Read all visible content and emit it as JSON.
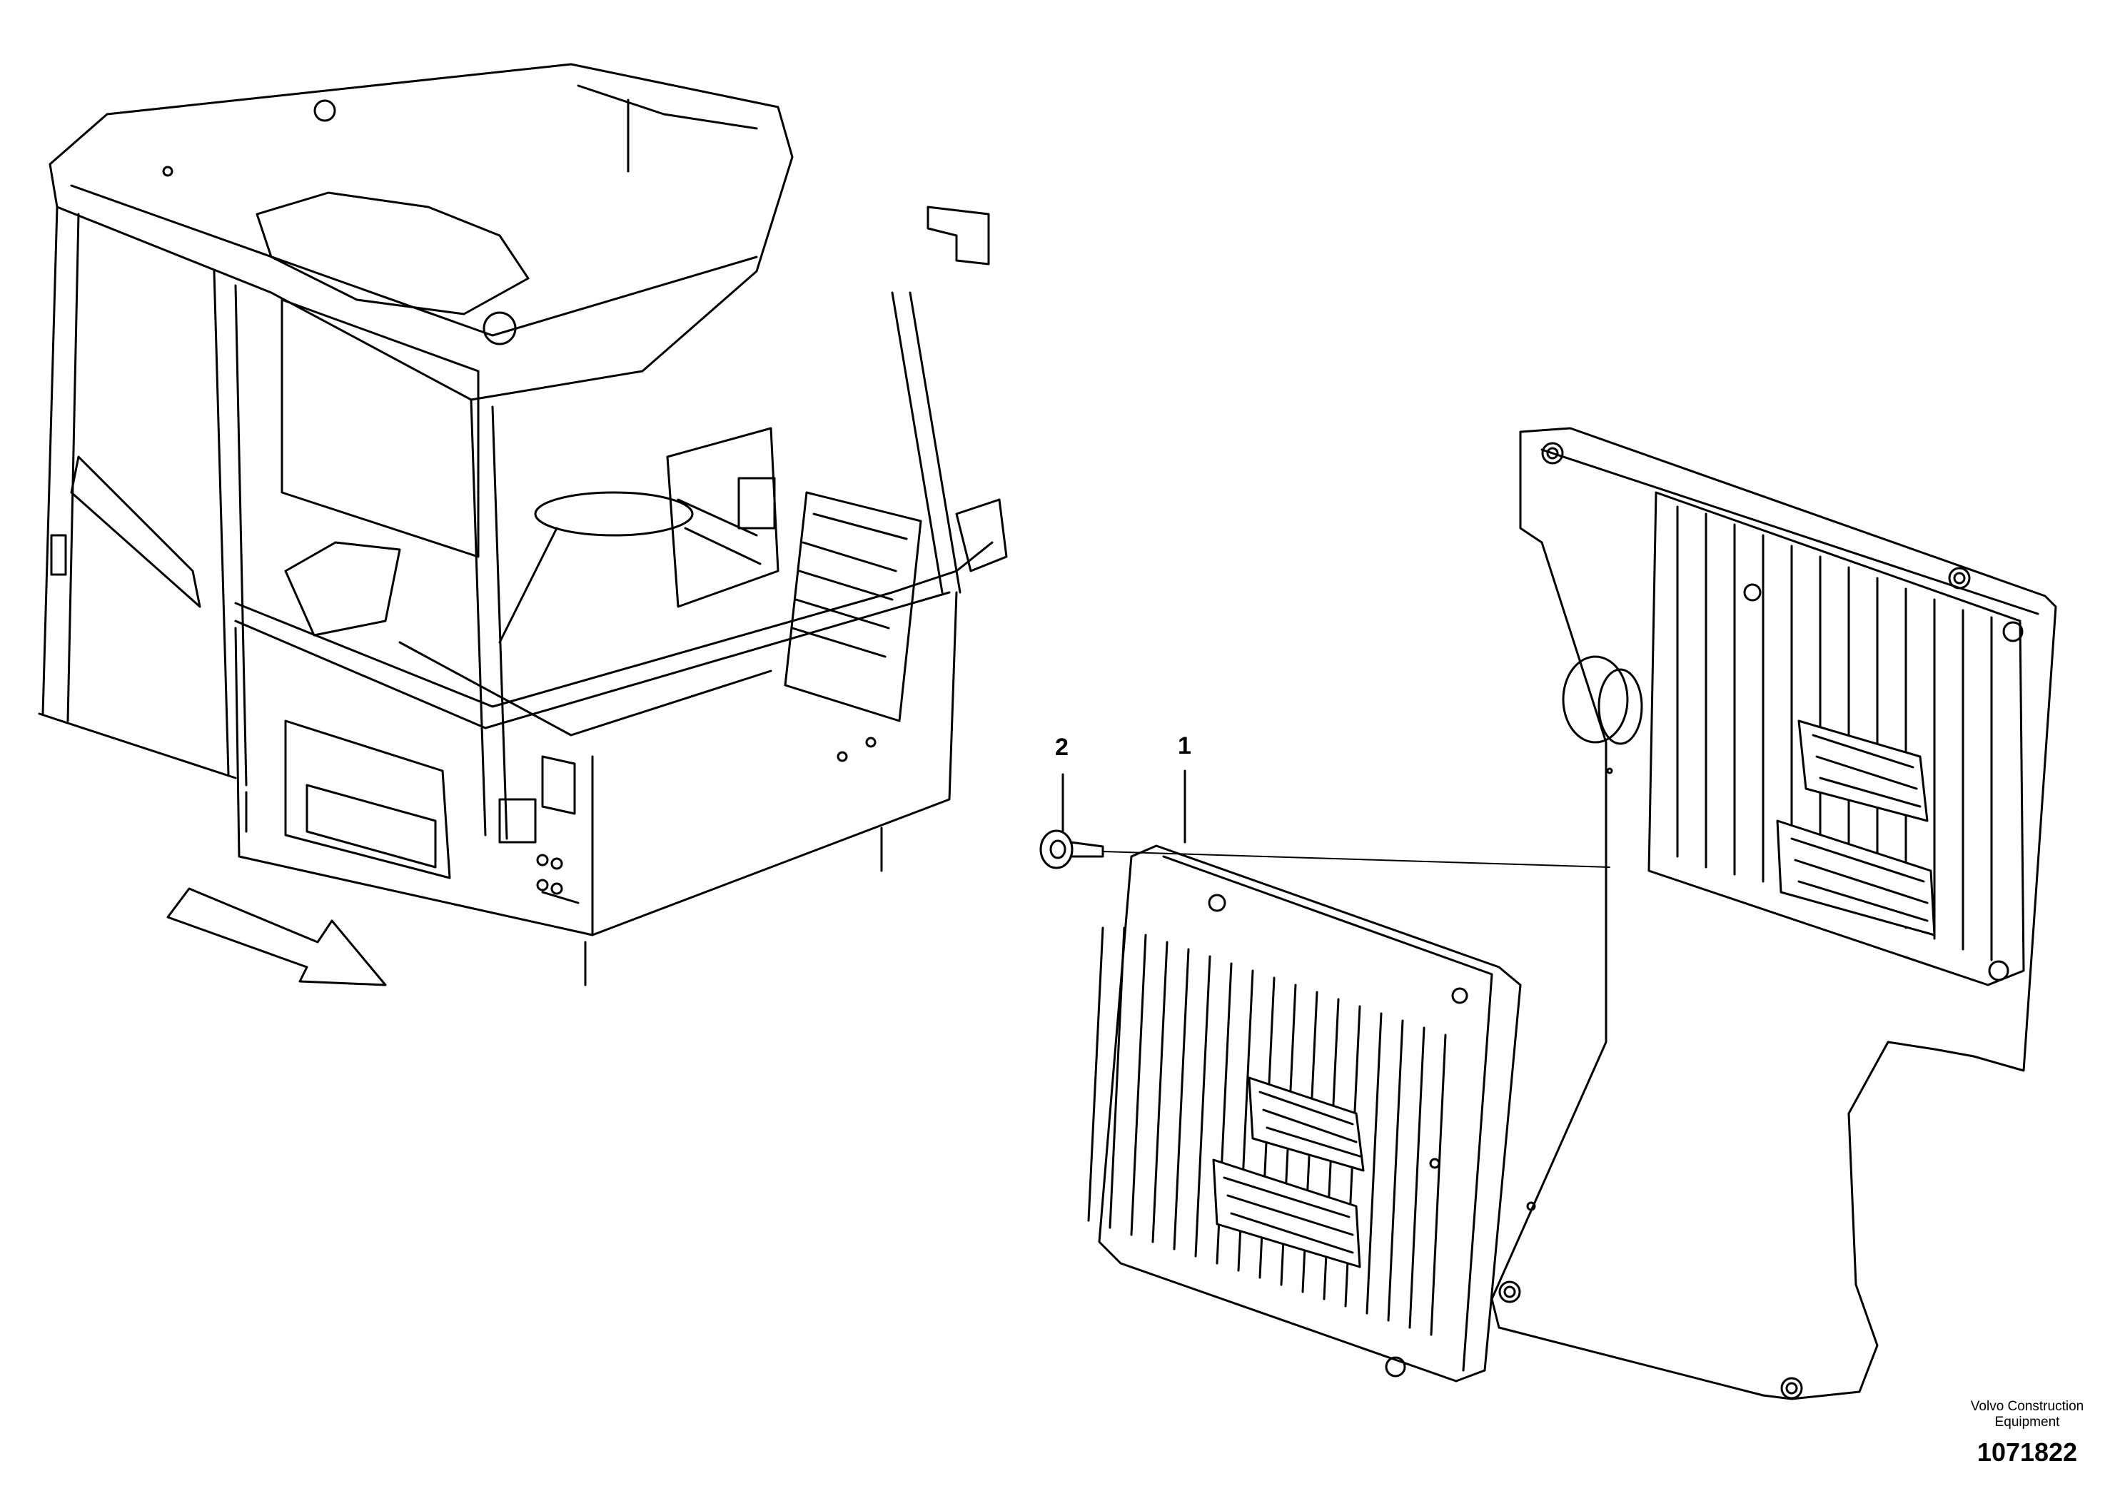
{
  "callouts": [
    {
      "id": "1",
      "part": "control-unit"
    },
    {
      "id": "2",
      "part": "screw"
    }
  ],
  "brand": {
    "line1": "Volvo Construction",
    "line2": "Equipment"
  },
  "document_number": "1071822"
}
